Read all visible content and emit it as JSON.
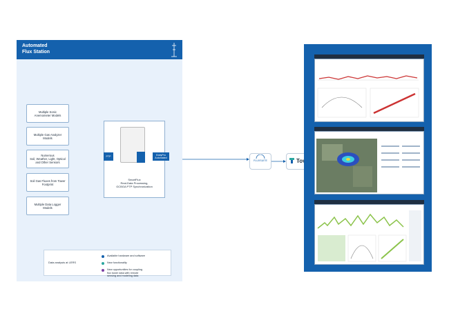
{
  "station": {
    "title": "Automated\nFlux Station"
  },
  "inputs": [
    {
      "label": "Multiple Sonic\nAnemometer Models"
    },
    {
      "label": "Multiple Gas Analyzer\nModels"
    },
    {
      "label": "Numerous\nSoil, Weather, Light, Optical\nand Other Sensors"
    },
    {
      "label": "Soil Gas Fluxes from Tower\nFootprint"
    },
    {
      "label": "Multiple Data Logger\nModels"
    }
  ],
  "device": {
    "ptp_tag": "PTP",
    "out_tag": "EddyPro\nAutomated",
    "caption": "SmartFlux\nReal-Data Processing,\nGCBGA PTP Synchronization"
  },
  "legend": {
    "title": "Data analysis at LERS",
    "items": [
      {
        "text": "Available hardware and software",
        "color": "#1461ad"
      },
      {
        "text": "New functionality",
        "color": "#2aa7a0"
      },
      {
        "text": "New opportunities for coupling\nflux tower data with remote\nsensing and modeling data",
        "color": "#7b3fa3"
      }
    ]
  },
  "fluxsuite": {
    "label": "FLUXSUITE"
  },
  "tovi": {
    "label": "Tovi"
  },
  "colors": {
    "primary_blue": "#1461ad",
    "panel_bg": "#e8f1fb",
    "teal": "#2aa7a0",
    "purple": "#7b3fa3"
  }
}
